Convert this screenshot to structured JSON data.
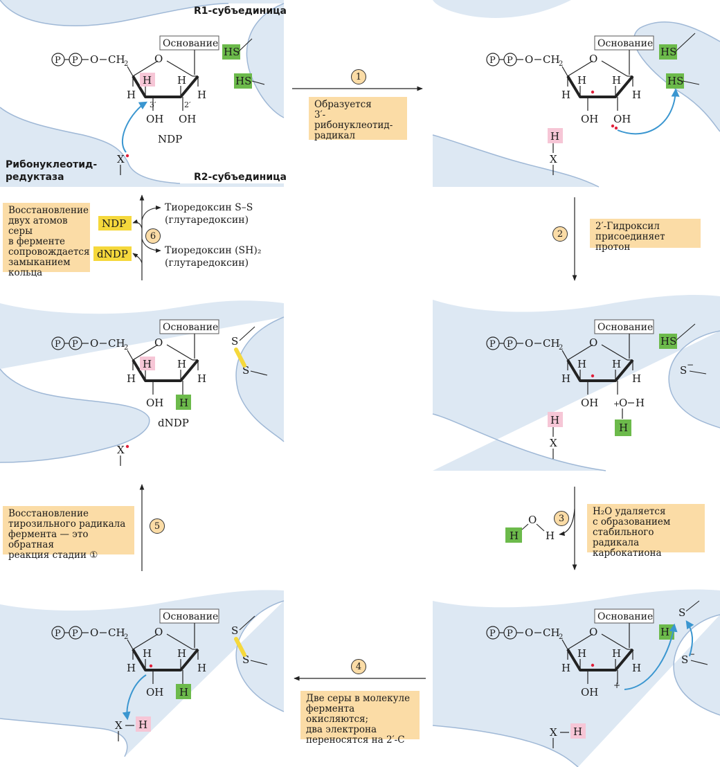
{
  "labels": {
    "r1": "R1-субъединица",
    "r2": "R2-субъединица",
    "enzyme_line1": "Рибонуклеотид-",
    "enzyme_line2": "редуктаза",
    "base": "Основание",
    "ndp": "NDP",
    "dndp": "dNDP",
    "p": "P",
    "o": "O",
    "ch2": "CH",
    "h": "H",
    "oh": "OH",
    "hs": "HS",
    "s": "S",
    "s_minus": "S",
    "x": "X",
    "c3": "3′",
    "c2": "2′",
    "plus": "+",
    "minus": "−",
    "water_o": "O"
  },
  "steps": [
    {
      "num": "1",
      "lines": [
        "Образуется",
        "3′-рибонуклеотид-",
        "радикал"
      ]
    },
    {
      "num": "2",
      "lines": [
        "2′-Гидроксил",
        "присоединяет протон"
      ]
    },
    {
      "num": "3",
      "lines": [
        "H₂O удаляется",
        "с образованием",
        "стабильного радикала",
        "карбокатиона"
      ]
    },
    {
      "num": "4",
      "lines": [
        "Две серы в молекуле",
        "фермента окисляются;",
        "два электрона",
        "переносятся на 2′-C"
      ]
    },
    {
      "num": "5",
      "lines": [
        "Восстановление",
        "тирозильного радикала",
        "фермента — это обратная",
        "реакция стадии ①"
      ]
    },
    {
      "num": "6",
      "lines": [
        "Восстановление",
        "двух атомов серы",
        "в ферменте",
        "сопровождается",
        "замыканием",
        "кольца"
      ]
    }
  ],
  "step6_side": {
    "ndp": "NDP",
    "dndp": "dNDP",
    "thio_ss_1": "Тиоредоксин S–S",
    "thio_ss_2": "(глутаредоксин)",
    "thio_sh_1": "Тиоредоксин (SH)₂",
    "thio_sh_2": "(глутаредоксин)"
  },
  "colors": {
    "protein": "#dde8f3",
    "protein_edge": "#9fb8d6",
    "note": "#fbdca6",
    "green": "#6cba4b",
    "pink": "#f6c6d6",
    "yellow": "#f5d83c",
    "arrow_blue": "#3a96d0",
    "radical": "#e0203a"
  }
}
